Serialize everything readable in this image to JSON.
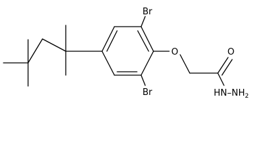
{
  "molecule": {
    "atoms": {
      "br_top": "Br",
      "br_bottom": "Br",
      "oxygen_ether": "O",
      "oxygen_carbonyl": "O",
      "hydrazide": "HN–NH",
      "hydrazide_sub": "2"
    }
  },
  "colors": {
    "bond": "#000000",
    "label": "#000000",
    "background": "#ffffff"
  }
}
